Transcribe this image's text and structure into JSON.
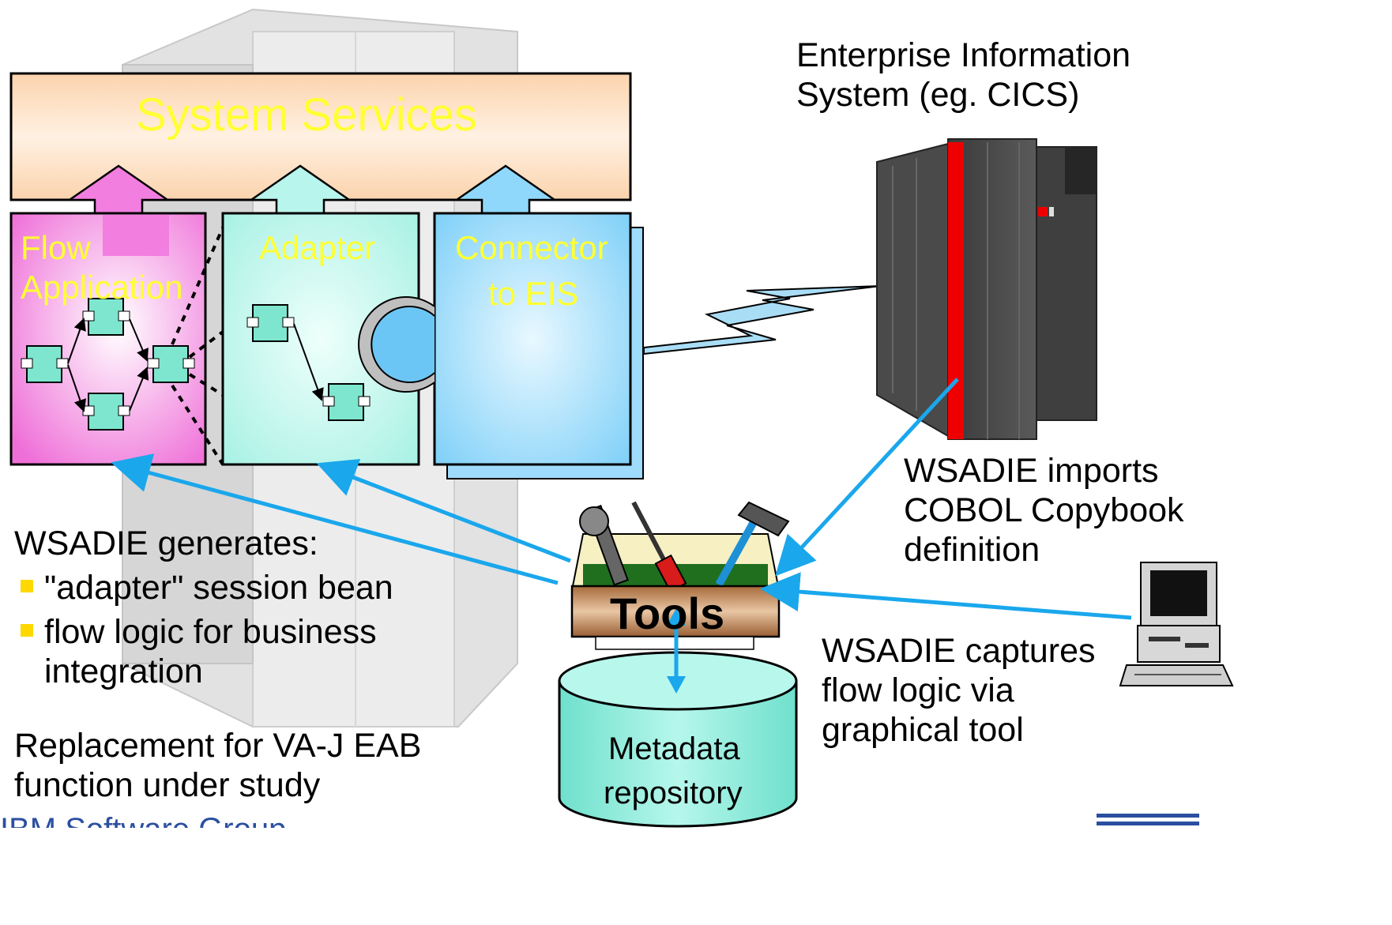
{
  "diagram": {
    "system_services": "System Services",
    "flow_app": [
      "Flow",
      "Application"
    ],
    "adapter": "Adapter",
    "connector": [
      "Connector",
      "to EIS"
    ],
    "eis_label": [
      "Enterprise Information",
      "System (eg. CICS)"
    ],
    "tools_label": "Tools",
    "repository": [
      "Metadata",
      "repository"
    ],
    "imports_note": [
      "WSADIE imports",
      "COBOL Copybook",
      "definition"
    ],
    "captures_note": [
      "WSADIE captures",
      "flow logic via",
      "graphical tool"
    ],
    "generates_heading": "WSADIE generates:",
    "generates_items": [
      "\"adapter\" session bean",
      "flow logic for business",
      "integration"
    ],
    "replacement_note": [
      "Replacement for VA-J EAB",
      "function under study"
    ],
    "footer_brand": "IBM Software Group"
  },
  "colors": {
    "system_services_fill": "#fde0c2",
    "flow_fill": "#f27ee0",
    "adapter_fill": "#b8f5ec",
    "connector_fill": "#8fd8fb",
    "title_yellow": "#ffff33",
    "arrow_blue": "#1aa7ec",
    "component_fill": "#7ee6cf",
    "mainframe_red": "#ee0000",
    "repository_fill": "#86ecdc"
  }
}
